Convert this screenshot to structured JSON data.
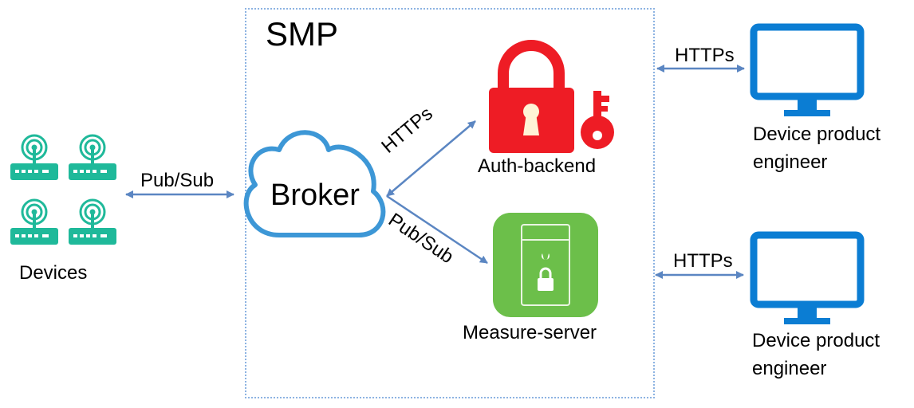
{
  "smp": {
    "title": "SMP"
  },
  "broker": {
    "label": "Broker"
  },
  "auth": {
    "label": "Auth-backend"
  },
  "measure": {
    "label": "Measure-server"
  },
  "devices": {
    "label": "Devices"
  },
  "links": {
    "devices_broker": "Pub/Sub",
    "broker_auth": "HTTPs",
    "broker_measure": "Pub/Sub",
    "smp_engineer_top": "HTTPs",
    "smp_engineer_bottom": "HTTPs"
  },
  "engineers": [
    {
      "line1": "Device product",
      "line2": "engineer"
    },
    {
      "line1": "Device product",
      "line2": "engineer"
    }
  ],
  "colors": {
    "device_teal": "#1fb99a",
    "cloud_blue": "#3d97d6",
    "lock_red": "#ee1c25",
    "measure_green": "#6cbf4a",
    "monitor_blue": "#0b7dd3",
    "arrow_blue": "#5b86c2",
    "border_dotted": "#8db3e2"
  },
  "icons": [
    "router-icon",
    "cloud-icon",
    "padlock-icon",
    "key-icon",
    "secure-server-icon",
    "monitor-icon"
  ]
}
